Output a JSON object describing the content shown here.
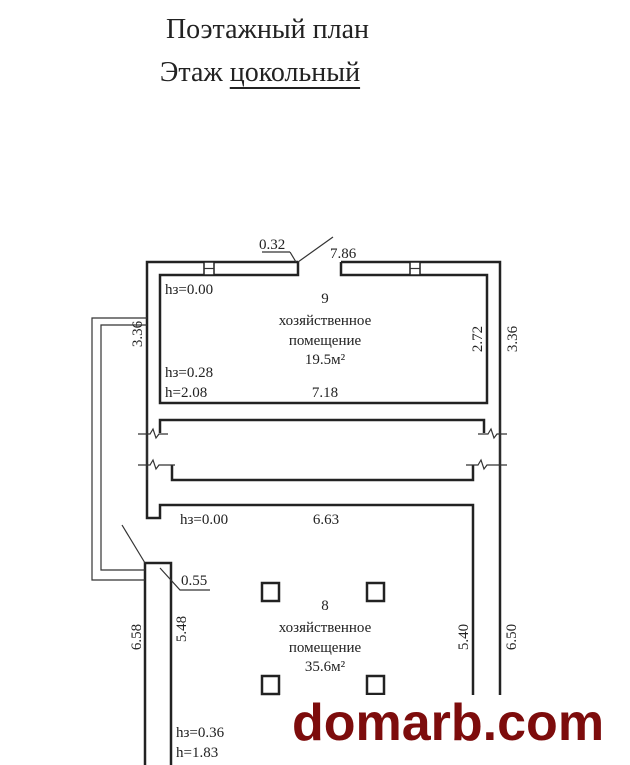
{
  "header": {
    "title": "Поэтажный план",
    "floor_label": "Этаж",
    "floor_value": "цокольный"
  },
  "room9": {
    "number": "9",
    "name_line1": "хозяйственное",
    "name_line2": "помещение",
    "area": "19.5м²",
    "hz_top": "hз=0.00",
    "hz_bottom": "hз=0.28",
    "h": "h=2.08",
    "dim_top": "7.86",
    "dim_door": "0.32",
    "dim_bottom": "7.18",
    "dim_inner_right": "2.72",
    "dim_left": "3.36",
    "dim_right": "3.36"
  },
  "room8": {
    "number": "8",
    "name_line1": "хозяйственное",
    "name_line2": "помещение",
    "area": "35.6м²",
    "hz_top": "hз=0.00",
    "hz_bottom": "hз=0.36",
    "h": "h=1.83",
    "dim_top": "6.63",
    "dim_door": "0.55",
    "dim_left_outer": "6.58",
    "dim_left_inner": "5.48",
    "dim_right_inner": "5.40",
    "dim_right_outer": "6.50"
  },
  "watermark": {
    "text": "domarb.com",
    "color": "#7d0c0c"
  }
}
